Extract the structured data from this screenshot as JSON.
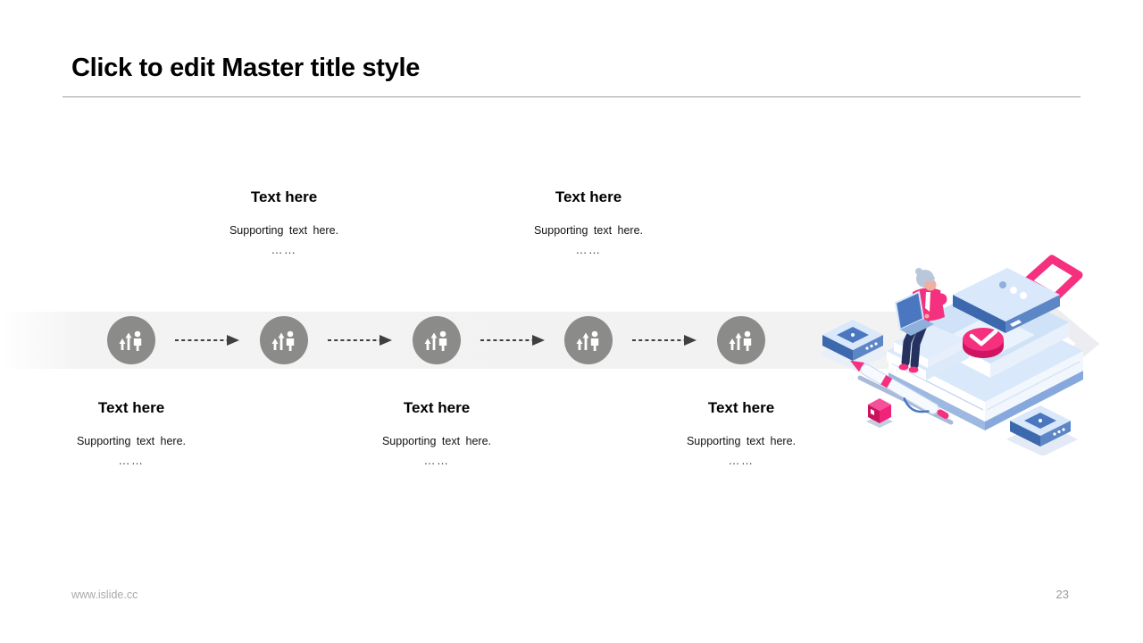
{
  "slide": {
    "title": "Click to edit Master title style",
    "footer": {
      "website": "www.islide.cc",
      "page_number": "23"
    }
  },
  "timeline": {
    "node_icon": "people-growth-icon",
    "steps": [
      {
        "title": "Text here",
        "supporting": "Supporting text here.",
        "ellipsis": "……",
        "label_position": "below"
      },
      {
        "title": "Text here",
        "supporting": "Supporting text here.",
        "ellipsis": "……",
        "label_position": "above"
      },
      {
        "title": "Text here",
        "supporting": "Supporting text here.",
        "ellipsis": "……",
        "label_position": "below"
      },
      {
        "title": "Text here",
        "supporting": "Supporting text here.",
        "ellipsis": "……",
        "label_position": "above"
      },
      {
        "title": "Text here",
        "supporting": "Supporting text here.",
        "ellipsis": "……",
        "label_position": "below"
      }
    ]
  },
  "illustration": {
    "name": "isometric-learning-scene",
    "elements": [
      "stacked-books",
      "briefcase-with-pink-handle",
      "person-with-laptop",
      "pink-clock-badge",
      "pen",
      "storage-box-left",
      "storage-box-right",
      "pink-cube",
      "arrow-chevron"
    ]
  },
  "colors": {
    "accent_pink": "#f5317f",
    "illustration_blue": "#4a77c0",
    "illustration_light_blue": "#d9e8fa",
    "navy": "#25325f",
    "band_gray": "#f2f2f2",
    "node_gray": "#8b8b89",
    "arrow_dark": "#3f3f3f",
    "rule_gray": "#9e9e9e",
    "footer_gray": "#a9a9a9"
  }
}
